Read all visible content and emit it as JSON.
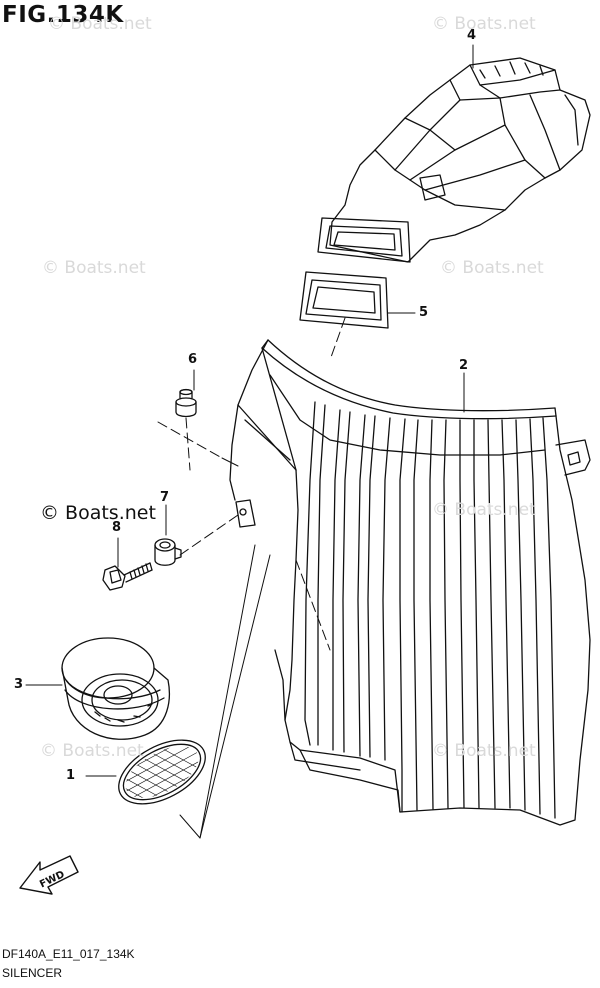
{
  "figure": {
    "title": "FIG.134K",
    "code": "DF140A_E11_017_134K",
    "name": "SILENCER"
  },
  "watermarks": [
    "© Boats.net",
    "© Boats.net",
    "© Boats.net",
    "© Boats.net",
    "© Boats.net",
    "© Boats.net",
    "© Boats.net"
  ],
  "watermark_dark": "© Boats.net",
  "callouts": [
    "1",
    "2",
    "3",
    "4",
    "5",
    "6",
    "7",
    "8"
  ],
  "direction_label": "FWD",
  "colors": {
    "line": "#111111",
    "watermark": "#d9d9d9",
    "background": "#ffffff"
  }
}
